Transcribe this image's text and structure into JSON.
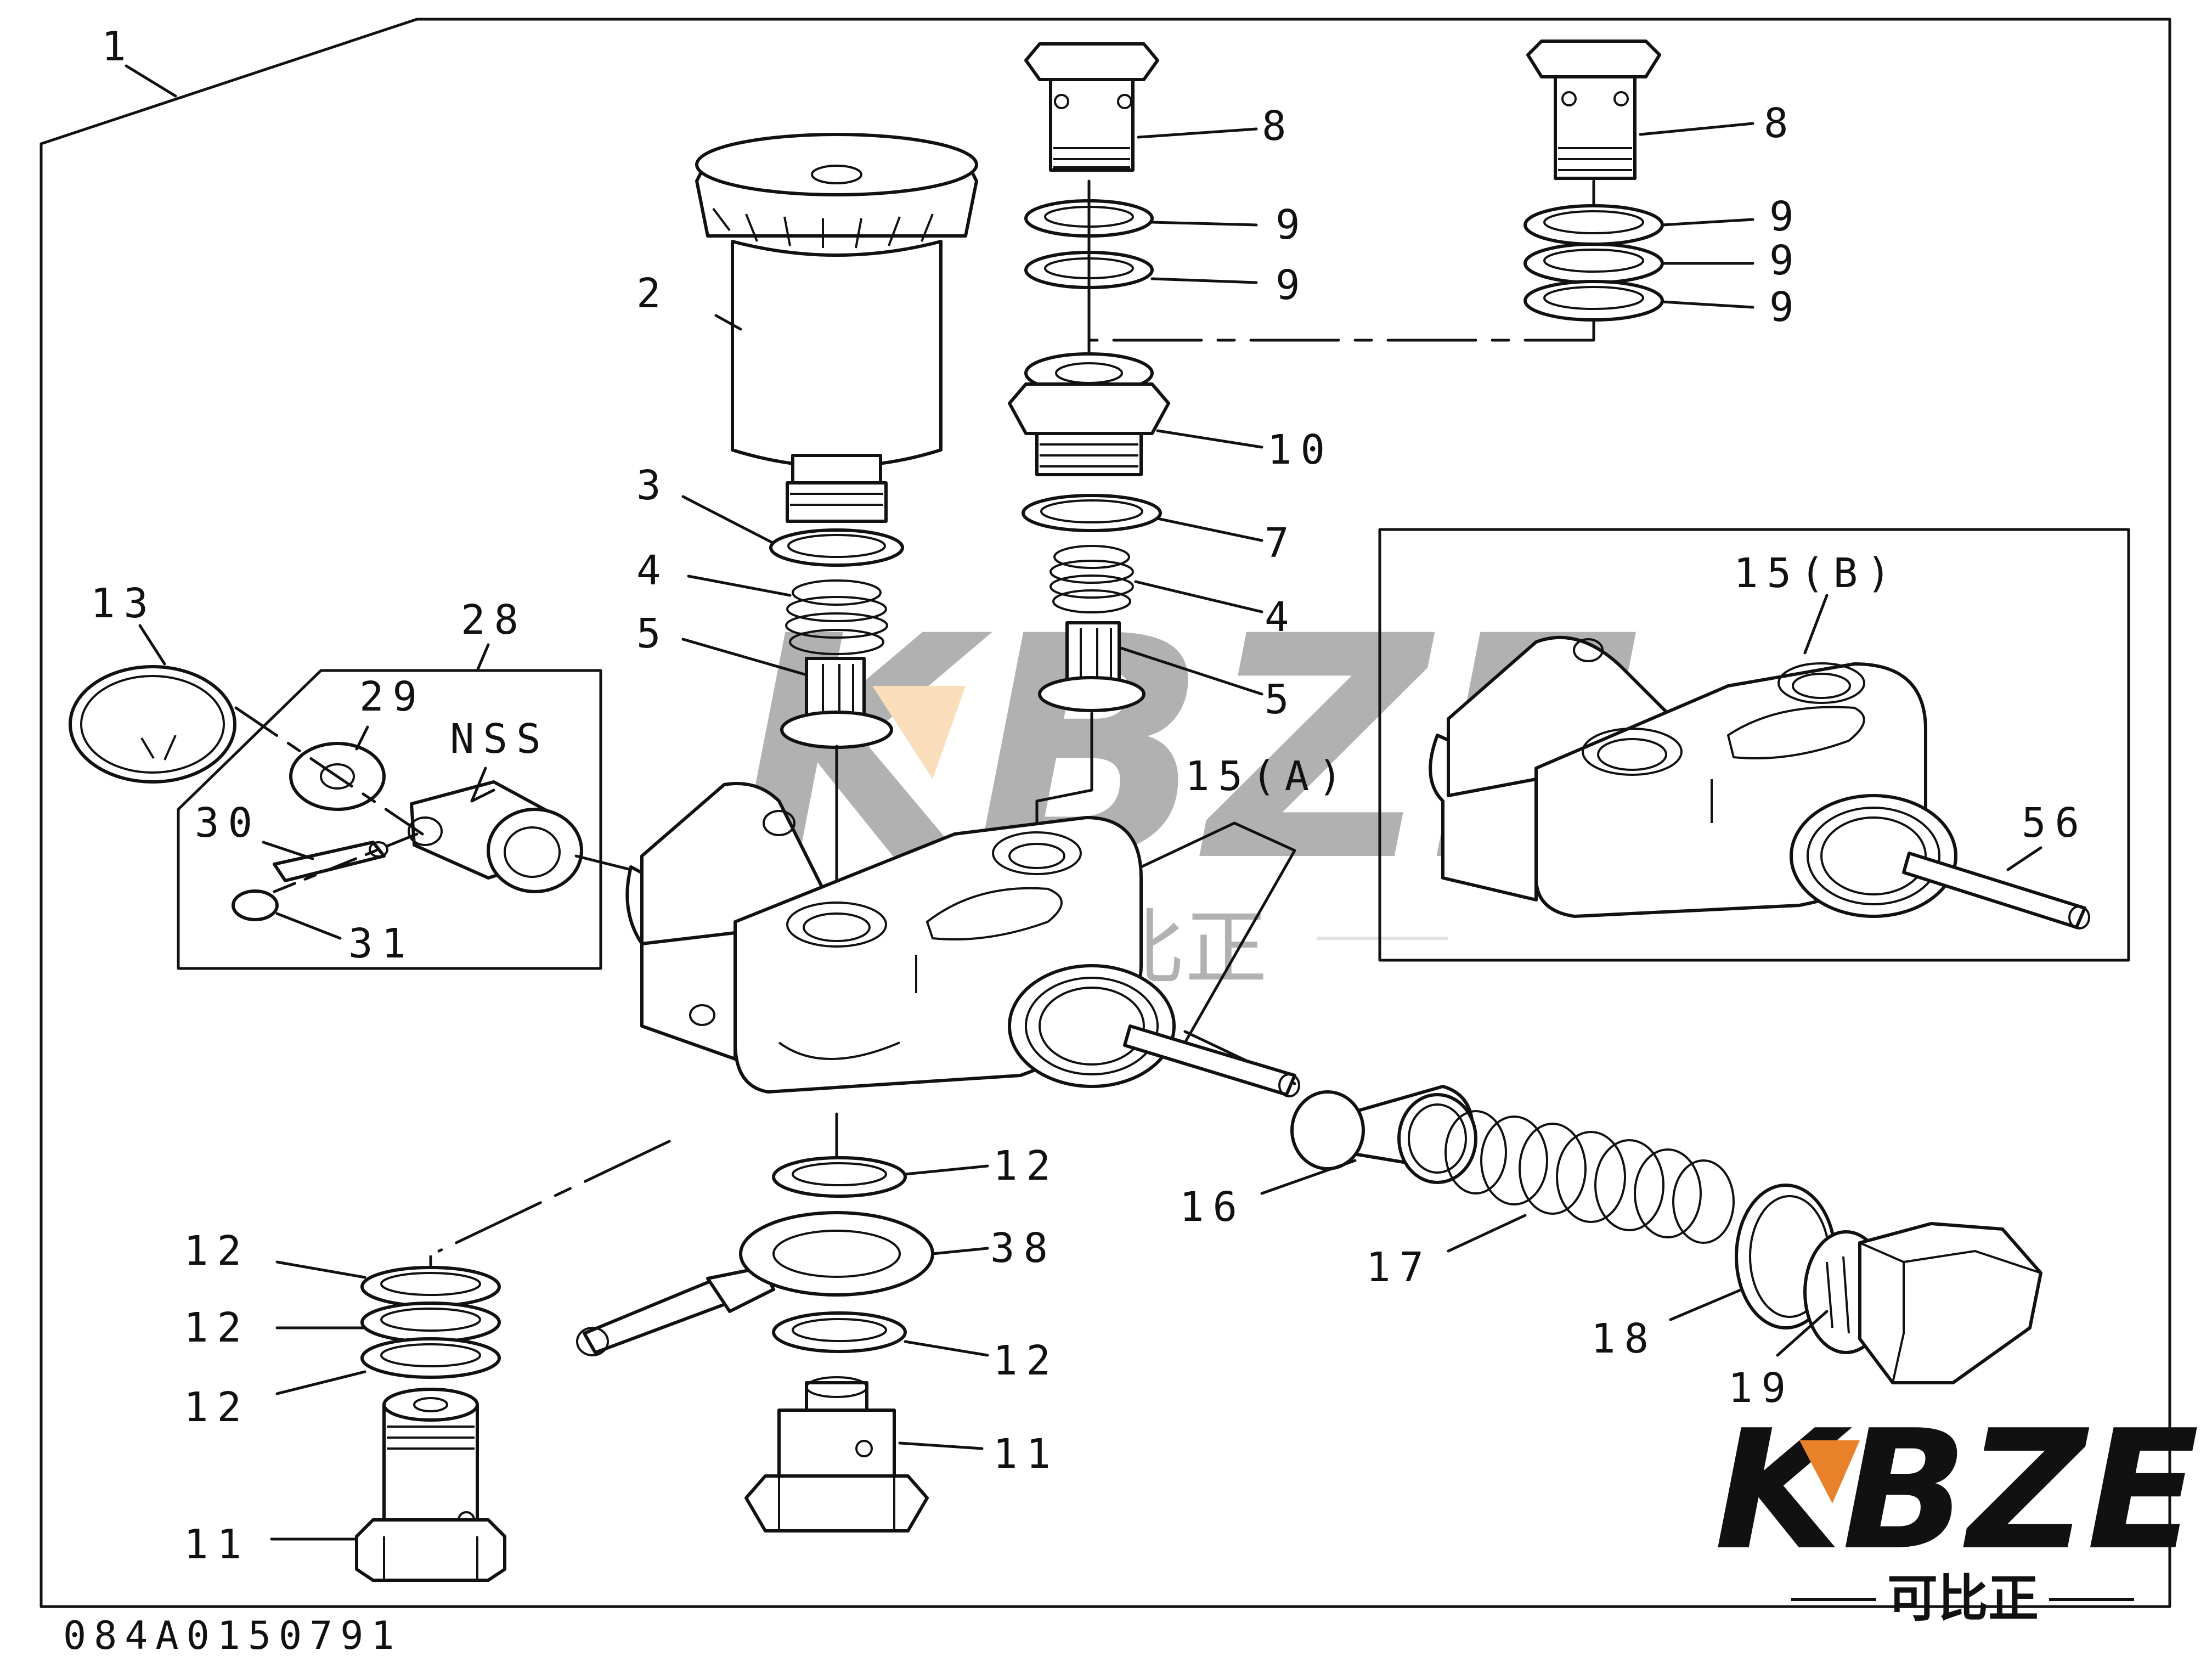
{
  "drawing_code": "084A0150791",
  "labels": {
    "l1": "1",
    "l2": "2",
    "l3": "3",
    "l4a": "4",
    "l5a": "5",
    "l8a": "8",
    "l8b": "8",
    "l9a": "9",
    "l9b": "9",
    "l9c": "9",
    "l9d": "9",
    "l9e": "9",
    "l10": "10",
    "l7": "7",
    "l4b": "4",
    "l5b": "5",
    "l13": "13",
    "l28": "28",
    "l29": "29",
    "lnss": "NSS",
    "l30": "30",
    "l31": "31",
    "l15a": "15(A)",
    "l15b": "15(B)",
    "l56": "56",
    "l12a": "12",
    "l12b": "12",
    "l12c": "12",
    "l12d": "12",
    "l12e": "12",
    "l38": "38",
    "l11a": "11",
    "l11b": "11",
    "l16": "16",
    "l17": "17",
    "l18": "18",
    "l19": "19"
  },
  "watermark": {
    "latin": "KBZE",
    "cjk": "可比正",
    "accent_color": "#f29a2e"
  },
  "logo": {
    "latin": "KBZE",
    "cjk": "可比正",
    "color": "#111111",
    "accent_color": "#e8812a"
  }
}
